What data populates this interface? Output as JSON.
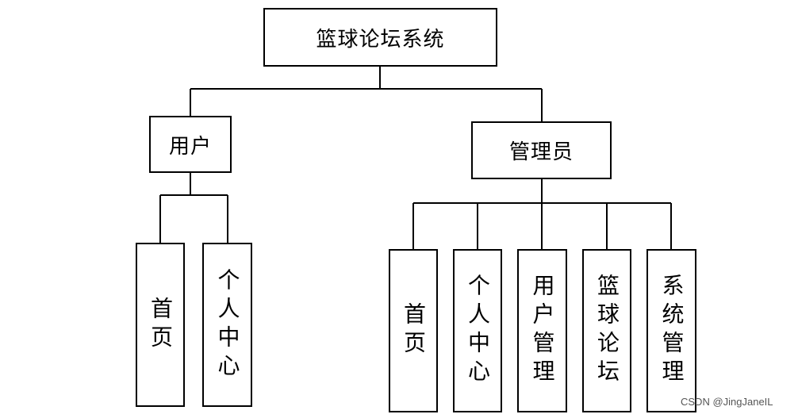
{
  "title": "篮球论坛系统",
  "user": {
    "label": "用户",
    "children": [
      "首页",
      "个人中心"
    ]
  },
  "admin": {
    "label": "管理员",
    "children": [
      "首页",
      "个人中心",
      "用户管理",
      "篮球论坛",
      "系统管理"
    ]
  },
  "watermark": "CSDN @JingJaneIL"
}
